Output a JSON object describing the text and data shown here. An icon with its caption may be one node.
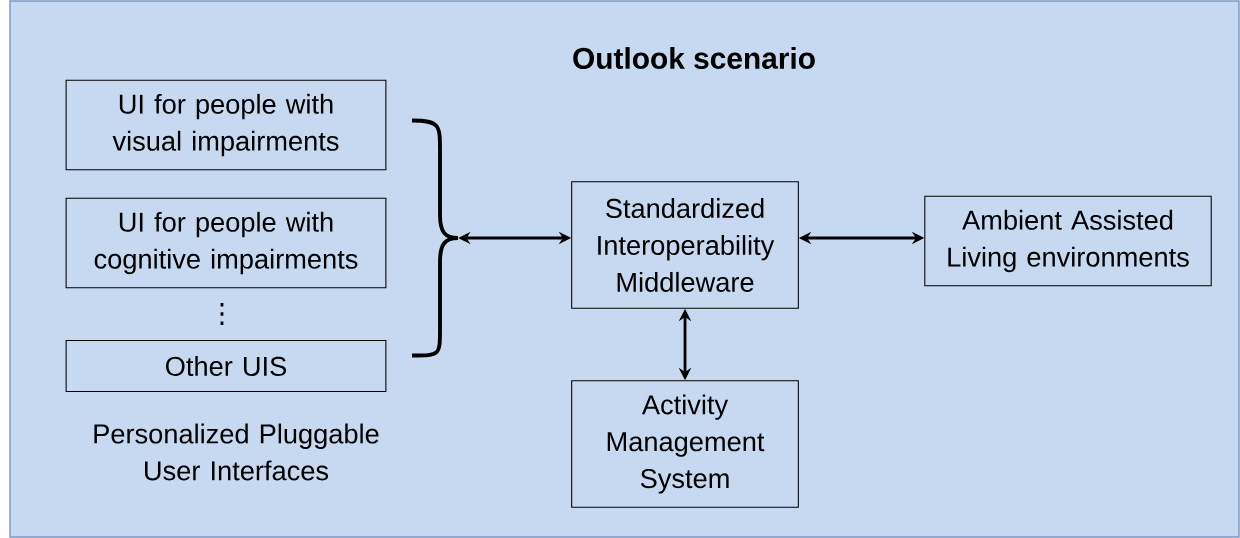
{
  "diagram": {
    "title": "Outlook scenario",
    "nodes": [
      {
        "text": [
          "UI for people with visual impairments"
        ]
      },
      {
        "text": [
          "UI for people with cognitive impairments"
        ]
      },
      {
        "text": [
          "Other UIS"
        ]
      },
      {
        "text": [],
        "shape": "bracket"
      },
      {
        "text": [
          "Standardized Interoperability Middleware"
        ]
      },
      {
        "text": [
          "Ambient Assisted Living environments"
        ]
      },
      {
        "text": [
          "Activity Management System"
        ]
      }
    ],
    "edges": [
      {
        "from": 3,
        "to": 4,
        "arrow": "both"
      },
      {
        "from": 4,
        "to": 5,
        "arrow": "both"
      },
      {
        "from": 4,
        "to": 6,
        "arrow": "both"
      }
    ],
    "labels": [
      "⋮",
      "Personalized Pluggable User Interfaces"
    ]
  }
}
